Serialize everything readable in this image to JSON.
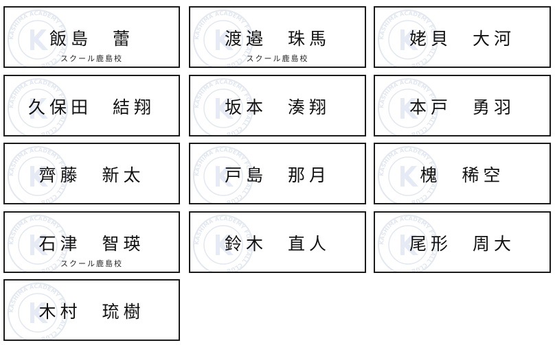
{
  "emblem_text": "KASHIMA ACADEMY FOOTBALL CLUB",
  "cards": [
    {
      "family": "飯島",
      "given": "蕾",
      "school": "スクール鹿島校"
    },
    {
      "family": "渡邉",
      "given": "珠馬",
      "school": "スクール鹿島校"
    },
    {
      "family": "姥貝",
      "given": "大河",
      "school": ""
    },
    {
      "family": "久保田",
      "given": "結翔",
      "school": ""
    },
    {
      "family": "坂本",
      "given": "湊翔",
      "school": ""
    },
    {
      "family": "本戸",
      "given": "勇羽",
      "school": ""
    },
    {
      "family": "齊藤",
      "given": "新太",
      "school": ""
    },
    {
      "family": "戸島",
      "given": "那月",
      "school": ""
    },
    {
      "family": "槐",
      "given": "稀空",
      "school": ""
    },
    {
      "family": "石津",
      "given": "智瑛",
      "school": "スクール鹿島校"
    },
    {
      "family": "鈴木",
      "given": "直人",
      "school": ""
    },
    {
      "family": "尾形",
      "given": "周大",
      "school": ""
    },
    {
      "family": "木村",
      "given": "琉樹",
      "school": ""
    }
  ]
}
